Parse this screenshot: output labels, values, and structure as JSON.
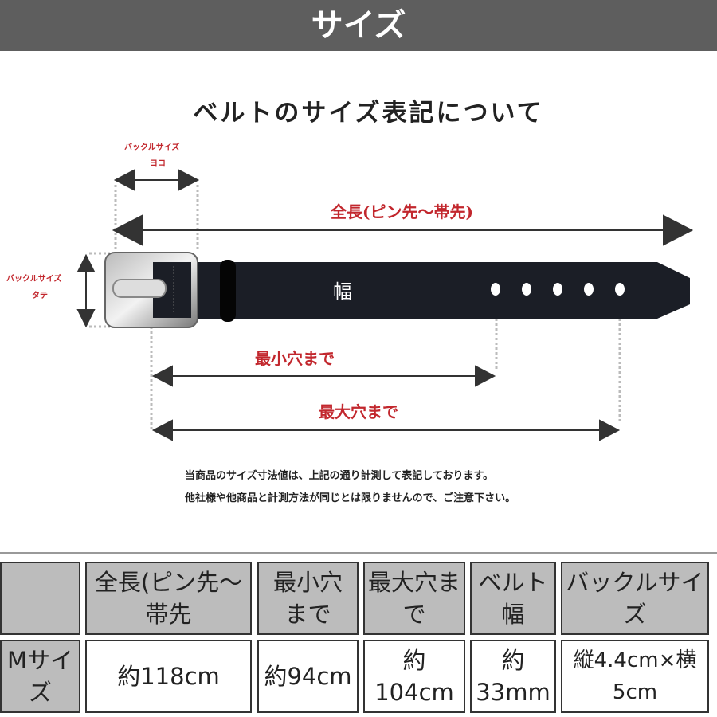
{
  "header": {
    "title": "サイズ"
  },
  "diagram": {
    "title": "ベルトのサイズ表記について",
    "buckle_width_label": "バックルサイズ",
    "buckle_width_sub": "ヨコ",
    "buckle_height_label": "バックルサイズ",
    "buckle_height_sub": "タテ",
    "total_length": "全長(ピン先～帯先)",
    "belt_width": "幅",
    "min_hole": "最小穴まで",
    "max_hole": "最大穴まで",
    "note_line1": "当商品のサイズ寸法値は、上記の通り計測して表記しております。",
    "note_line2": "他社様や他商品と計測方法が同じとは限りませんので、ご注意下さい。"
  },
  "table": {
    "headers": [
      "",
      "全長(ピン先～帯先",
      "最小穴まで",
      "最大穴まで",
      "ベルト幅",
      "バックルサイズ"
    ],
    "rows": [
      [
        "Mサイズ",
        "約118cm",
        "約94cm",
        "約104cm",
        "約33mm",
        "縦4.4cm×横5cm"
      ]
    ]
  },
  "colors": {
    "header_bg": "#5e5e5e",
    "label_red": "#c2272d",
    "table_header_bg": "#bcbcbc"
  }
}
